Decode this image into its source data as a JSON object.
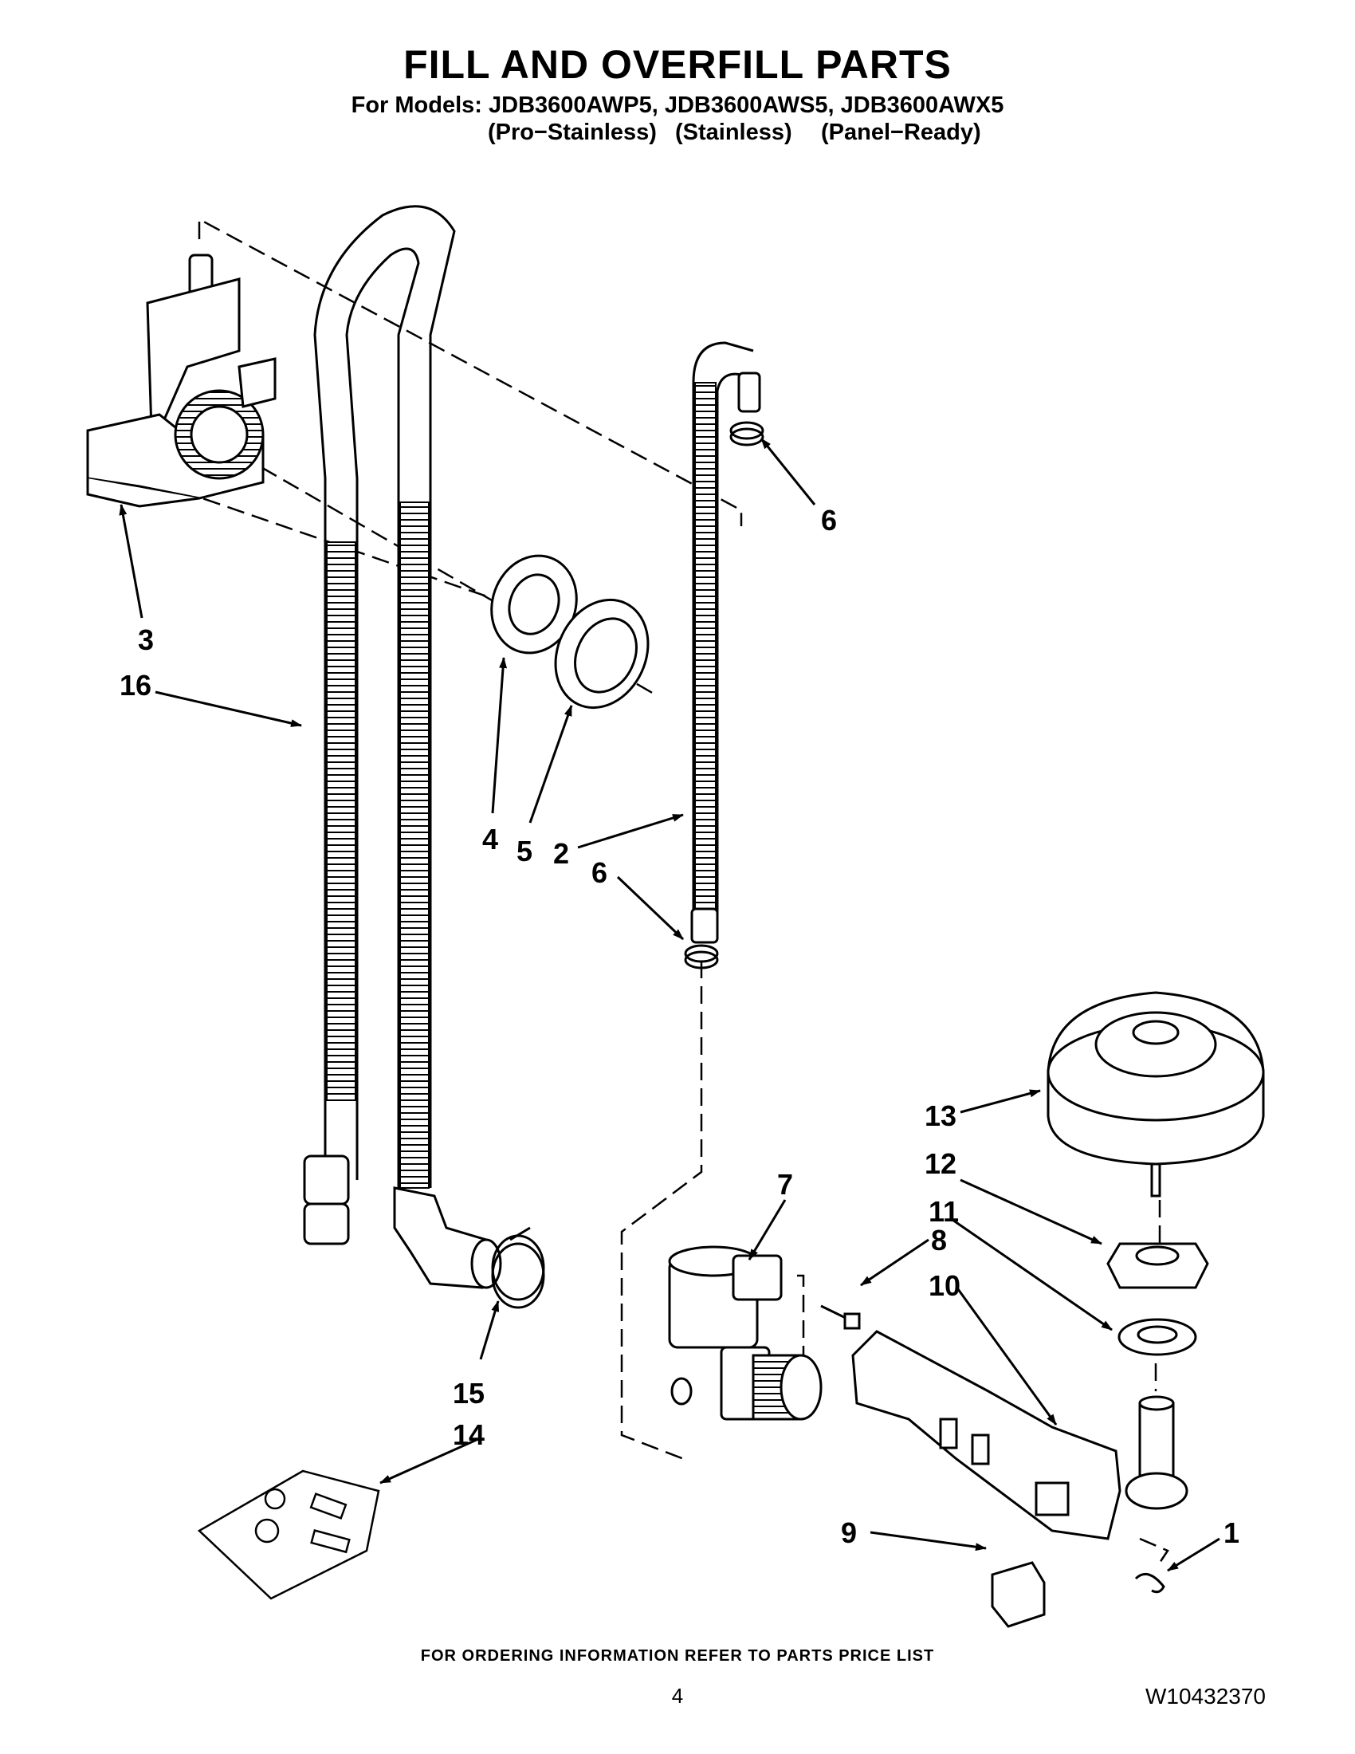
{
  "header": {
    "title": "FILL AND OVERFILL PARTS",
    "models_line": "For Models: JDB3600AWP5, JDB3600AWS5, JDB3600AWX5",
    "variants": [
      "(Pro−Stainless)",
      "(Stainless)",
      "(Panel−Ready)"
    ]
  },
  "callouts": {
    "c1": "1",
    "c2": "2",
    "c3": "3",
    "c4": "4",
    "c5": "5",
    "c6a": "6",
    "c6b": "6",
    "c7": "7",
    "c8": "8",
    "c9": "9",
    "c10": "10",
    "c11": "11",
    "c12": "12",
    "c13": "13",
    "c14": "14",
    "c15": "15",
    "c16": "16"
  },
  "footer": {
    "note": "FOR ORDERING INFORMATION REFER TO PARTS PRICE LIST",
    "page_number": "4",
    "doc_code": "W10432370"
  }
}
